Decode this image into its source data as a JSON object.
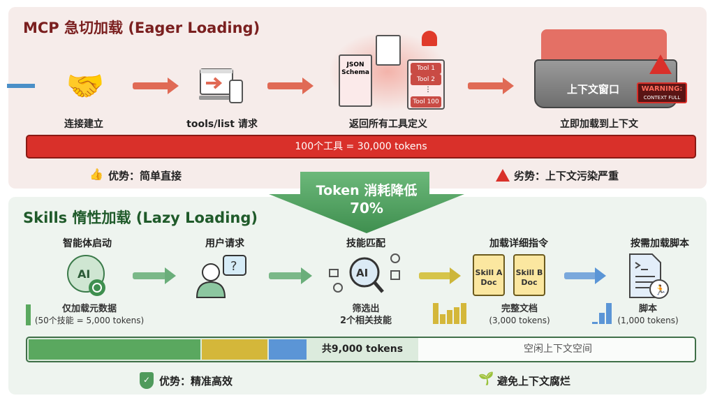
{
  "eager": {
    "title": "MCP 急切加载 (Eager Loading)",
    "steps": [
      {
        "label": "连接建立",
        "icon": "handshake-icon"
      },
      {
        "label": "tools/list 请求",
        "icon": "devices-icon"
      },
      {
        "label": "返回所有工具定义",
        "icon": "json-schema-icon"
      },
      {
        "label": "立即加载到上下文",
        "icon": "overflowing-tray-icon"
      }
    ],
    "schema_text": [
      "JSON",
      "Schema"
    ],
    "tools": [
      "Tool 1",
      "Tool 2",
      "Tool 100"
    ],
    "tray_label": "上下文窗口",
    "warning": [
      "WARNING:",
      "CONTEXT FULL"
    ],
    "bar_text": "100个工具 = 30,000 tokens",
    "pro": "优势：简单直接",
    "con": "劣势：上下文污染严重",
    "color": "#d9302a"
  },
  "reduction": {
    "line1": "Token 消耗降低",
    "line2": "70%"
  },
  "lazy": {
    "title": "Skills 惰性加载 (Lazy Loading)",
    "steps": [
      {
        "label": "智能体启动",
        "icon": "ai-brain-icon",
        "sub1": "仅加载元数据",
        "sub2": "(50个技能 = 5,000 tokens)"
      },
      {
        "label": "用户请求",
        "icon": "user-question-icon"
      },
      {
        "label": "技能匹配",
        "icon": "ai-search-icon",
        "sub1": "筛选出",
        "sub2": "2个相关技能"
      },
      {
        "label": "加载详细指令",
        "icon": "skill-docs-icon",
        "sub1": "完整文档",
        "sub2": "(3,000 tokens)"
      },
      {
        "label": "按需加载脚本",
        "icon": "script-icon",
        "sub1": "脚本",
        "sub2": "(1,000 tokens)"
      }
    ],
    "docs": [
      [
        "Skill A",
        "Doc"
      ],
      [
        "Skill B",
        "Doc"
      ]
    ],
    "bar": {
      "segments": [
        {
          "name": "metadata",
          "tokens": 5000,
          "color": "#5aa85f"
        },
        {
          "name": "docs",
          "tokens": 3000,
          "color": "#d4b73a"
        },
        {
          "name": "scripts",
          "tokens": 1000,
          "color": "#5b95d6"
        }
      ],
      "total_text": "共9,000 tokens",
      "free_text": "空闲上下文空间"
    },
    "pro": "优势：精准高效",
    "benefit": "避免上下文腐烂"
  }
}
